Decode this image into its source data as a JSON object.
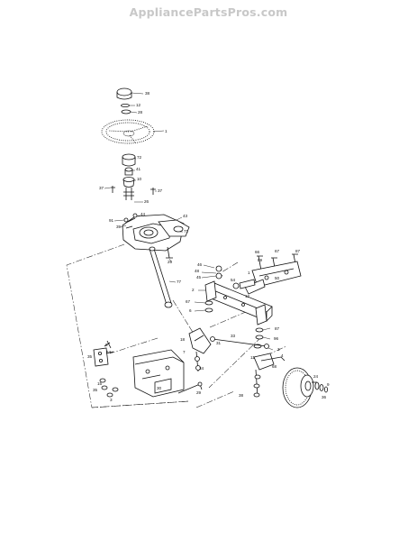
{
  "watermark": "AppliancePartsPros.com",
  "callouts": [
    "38",
    "12",
    "28",
    "1",
    "72",
    "41",
    "10",
    "37",
    "37",
    "26",
    "44",
    "91",
    "39",
    "71",
    "43",
    "77",
    "29",
    "46",
    "48",
    "45",
    "66",
    "67",
    "87",
    "2",
    "1",
    "89",
    "67",
    "6",
    "54",
    "50",
    "12",
    "87",
    "96",
    "3",
    "11",
    "4",
    "68",
    "33",
    "18",
    "31",
    "7",
    "34",
    "29",
    "30",
    "15",
    "35",
    "3",
    "35",
    "8",
    "64",
    "38",
    "24",
    "36",
    "9"
  ]
}
